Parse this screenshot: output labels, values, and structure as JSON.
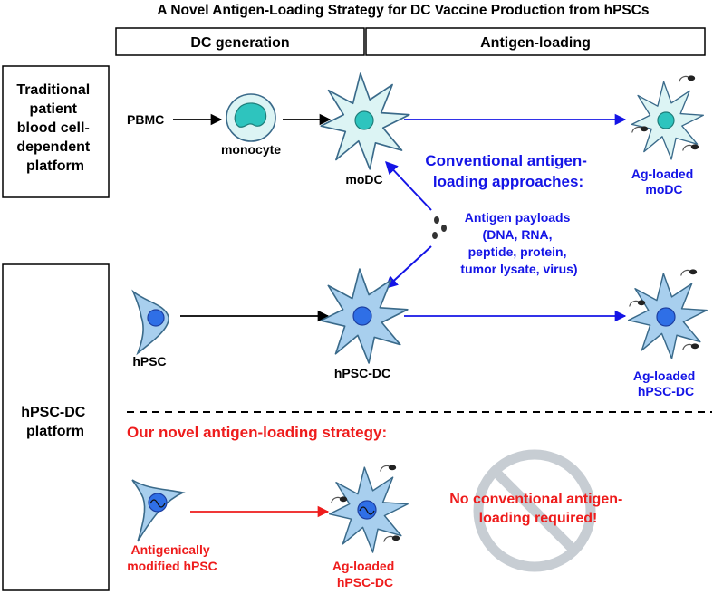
{
  "title": "A Novel Antigen-Loading Strategy for DC Vaccine Production from hPSCs",
  "headers": {
    "dc_generation": "DC generation",
    "antigen_loading": "Antigen-loading"
  },
  "platforms": {
    "traditional": [
      "Traditional",
      "patient",
      "blood cell-",
      "dependent",
      "platform"
    ],
    "hpsc_dc": [
      "hPSC-DC",
      "platform"
    ]
  },
  "labels": {
    "pbmc": "PBMC",
    "monocyte": "monocyte",
    "modc": "moDC",
    "ag_loaded_modc": [
      "Ag-loaded",
      "moDC"
    ],
    "hpsc": "hPSC",
    "hpsc_dc": "hPSC-DC",
    "ag_loaded_hpsc_dc": [
      "Ag-loaded",
      "hPSC-DC"
    ],
    "antigenically_modified_hpsc": [
      "Antigenically",
      "modified hPSC"
    ],
    "ag_loaded_hpsc_dc_bottom": [
      "Ag-loaded",
      "hPSC-DC"
    ]
  },
  "conventional": {
    "heading": [
      "Conventional antigen-",
      "loading approaches:"
    ],
    "payloads": [
      "Antigen payloads",
      "(DNA, RNA,",
      "peptide, protein,",
      "tumor lysate, virus)"
    ]
  },
  "novel": {
    "heading": "Our novel antigen-loading strategy:",
    "no_loading": [
      "No conventional antigen-",
      "loading required!"
    ]
  },
  "colors": {
    "blue": "#1414e6",
    "red": "#ee1c1c",
    "cell_light": "#dcf4f4",
    "cell_blue": "#a8cfee",
    "nucleus_teal": "#2ec4be",
    "nucleus_blue": "#2f6fe6",
    "no_sign": "#c7cdd3"
  }
}
